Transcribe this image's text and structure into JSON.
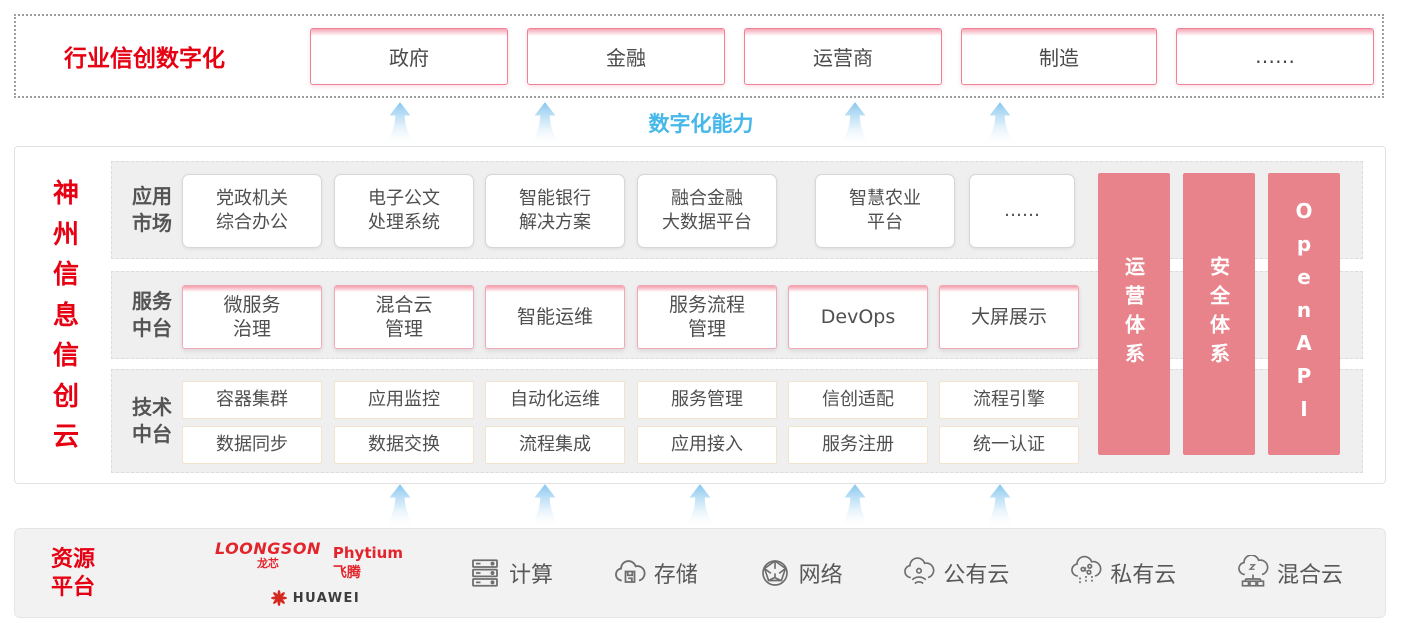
{
  "colors": {
    "brand_red": "#e60012",
    "accent_blue": "#45b7e9",
    "pillar_pink": "#e9838b",
    "box_border_pink": "#ef8196",
    "band_gray": "#efeff0"
  },
  "top": {
    "title": "行业信创数字化",
    "items": [
      "政府",
      "金融",
      "运营商",
      "制造",
      "……"
    ]
  },
  "digital": {
    "label": "数字化能力"
  },
  "main": {
    "side_title": "神州信息信创云",
    "rows": [
      {
        "label": "应用\n市场",
        "boxes": [
          "党政机关\n综合办公",
          "电子公文\n处理系统",
          "智能银行\n解决方案",
          "融合金融\n大数据平台",
          "智慧农业\n平台",
          "……"
        ]
      },
      {
        "label": "服务\n中台",
        "boxes": [
          "微服务\n治理",
          "混合云\n管理",
          "智能运维",
          "服务流程\n管理",
          "DevOps",
          "大屏展示"
        ]
      },
      {
        "label": "技术\n中台",
        "row1": [
          "容器集群",
          "应用监控",
          "自动化运维",
          "服务管理",
          "信创适配",
          "流程引擎"
        ],
        "row2": [
          "数据同步",
          "数据交换",
          "流程集成",
          "应用接入",
          "服务注册",
          "统一认证"
        ]
      }
    ],
    "pillars": [
      "运营体系",
      "安全体系",
      "OpenAPI"
    ]
  },
  "bottom": {
    "title": "资源\n平台",
    "vendors": {
      "loongson": "LOONGSON",
      "loongson_sub": "龙芯",
      "phytium": "Phytium",
      "phytium_sub": "飞腾",
      "huawei": "HUAWEI"
    },
    "resources": [
      {
        "icon": "compute-icon",
        "label": "计算"
      },
      {
        "icon": "storage-icon",
        "label": "存储"
      },
      {
        "icon": "network-icon",
        "label": "网络"
      },
      {
        "icon": "public-cloud-icon",
        "label": "公有云"
      },
      {
        "icon": "private-cloud-icon",
        "label": "私有云"
      },
      {
        "icon": "hybrid-cloud-icon",
        "label": "混合云"
      }
    ]
  }
}
